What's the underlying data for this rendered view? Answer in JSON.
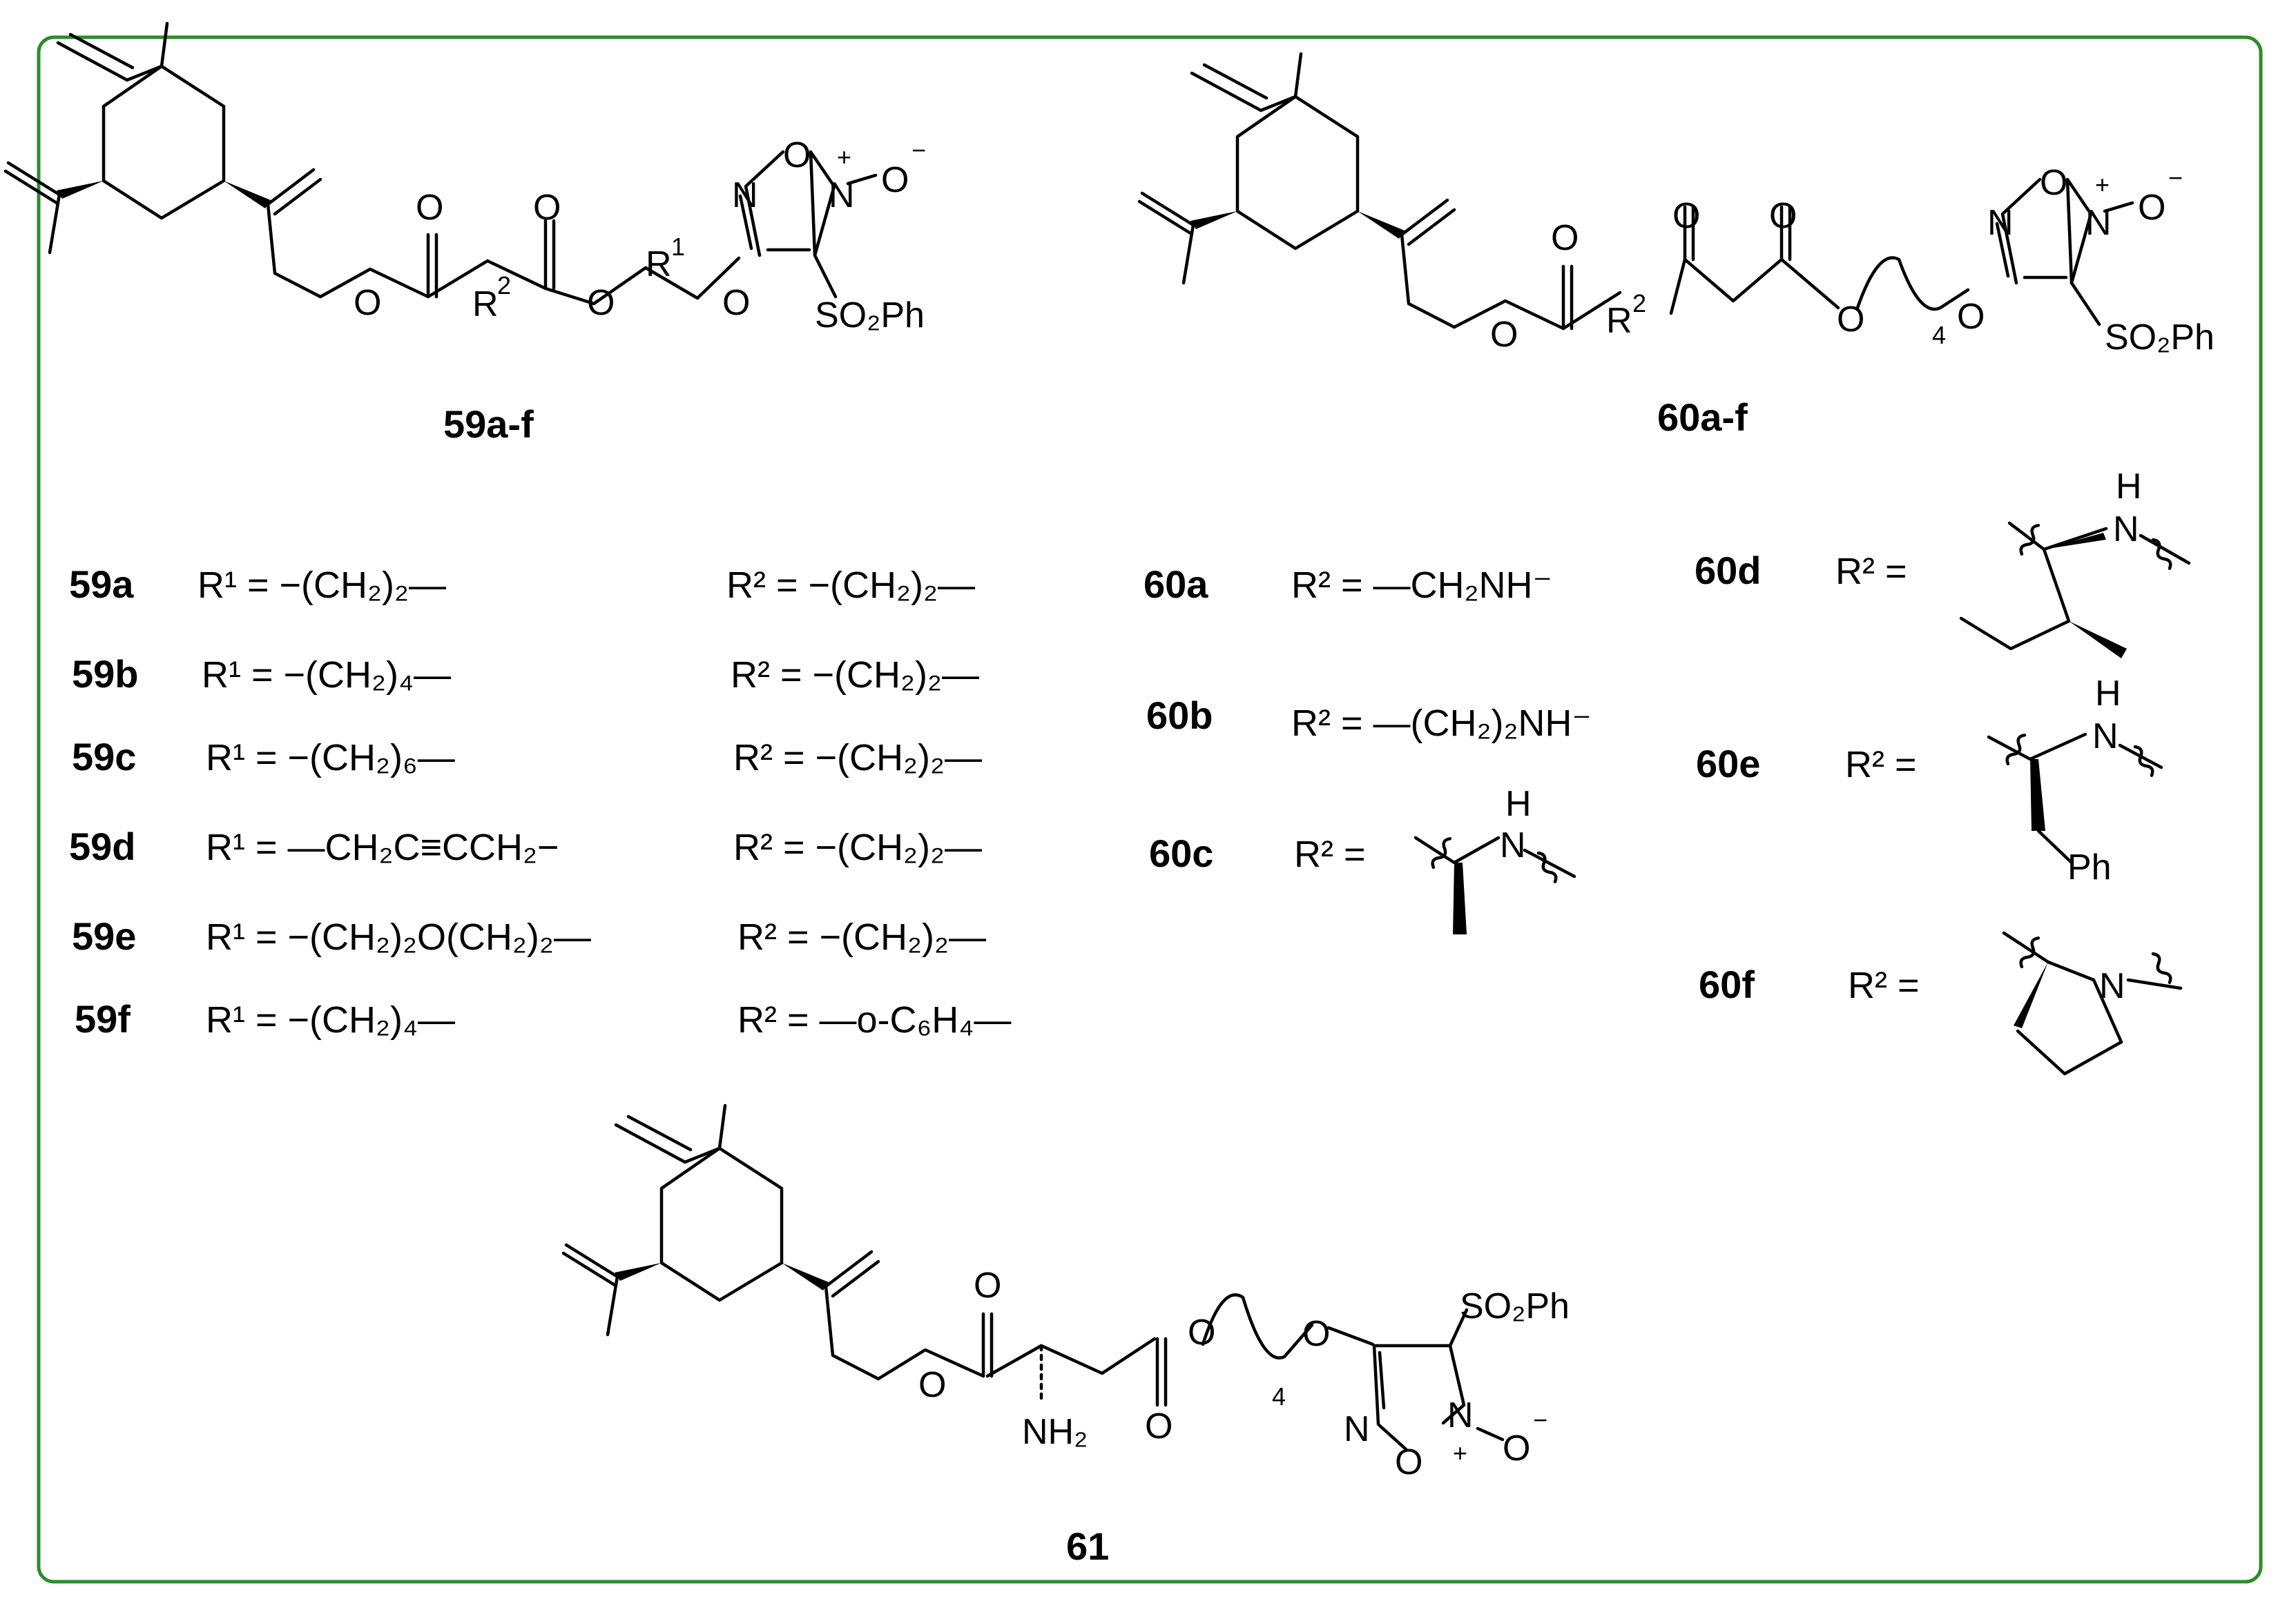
{
  "frame_color": "#2e8b2e",
  "labels": {
    "c59": "59a-f",
    "c60": "60a-f",
    "c61": "61"
  },
  "s59": {
    "O": "O",
    "Rtwo": "R",
    "Rtwo_sup": "2",
    "Rone": "R",
    "Rone_sup": "1",
    "N": "N",
    "plus": "+",
    "Ominus": "O",
    "minus": "−",
    "SO2Ph": "SO₂Ph"
  },
  "s60": {
    "four": "4"
  },
  "s61": {
    "NH2": "NH₂",
    "four": "4",
    "SO2Ph": "SO₂Ph"
  },
  "table59": [
    {
      "id": "59a",
      "r1": "R¹ =  −(CH₂)₂—",
      "r2": "R² =   −(CH₂)₂—"
    },
    {
      "id": "59b",
      "r1": "R¹ =  −(CH₂)₄—",
      "r2": "R² =   −(CH₂)₂—"
    },
    {
      "id": "59c",
      "r1": "R¹ =  −(CH₂)₆—",
      "r2": "R² =   −(CH₂)₂—"
    },
    {
      "id": "59d",
      "r1": "R¹ =  —CH₂C≡CCH₂−",
      "r2": "R² =   −(CH₂)₂—"
    },
    {
      "id": "59e",
      "r1": "R¹ =  −(CH₂)₂O(CH₂)₂—",
      "r2": "R² =   −(CH₂)₂—"
    },
    {
      "id": "59f",
      "r1": "R¹ =  −(CH₂)₄—",
      "r2": "R² =   —o-C₆H₄—"
    }
  ],
  "table60": [
    {
      "id": "60a",
      "r2": "R² =  —CH₂NH⁻"
    },
    {
      "id": "60b",
      "r2": "R² = —(CH₂)₂NH⁻"
    },
    {
      "id": "60c",
      "r2": "R² ="
    },
    {
      "id": "60d",
      "r2": "R² ="
    },
    {
      "id": "60e",
      "r2": "R² ="
    },
    {
      "id": "60f",
      "r2": "R² ="
    }
  ],
  "frag": {
    "H": "H",
    "N": "N",
    "Ph": "Ph"
  }
}
